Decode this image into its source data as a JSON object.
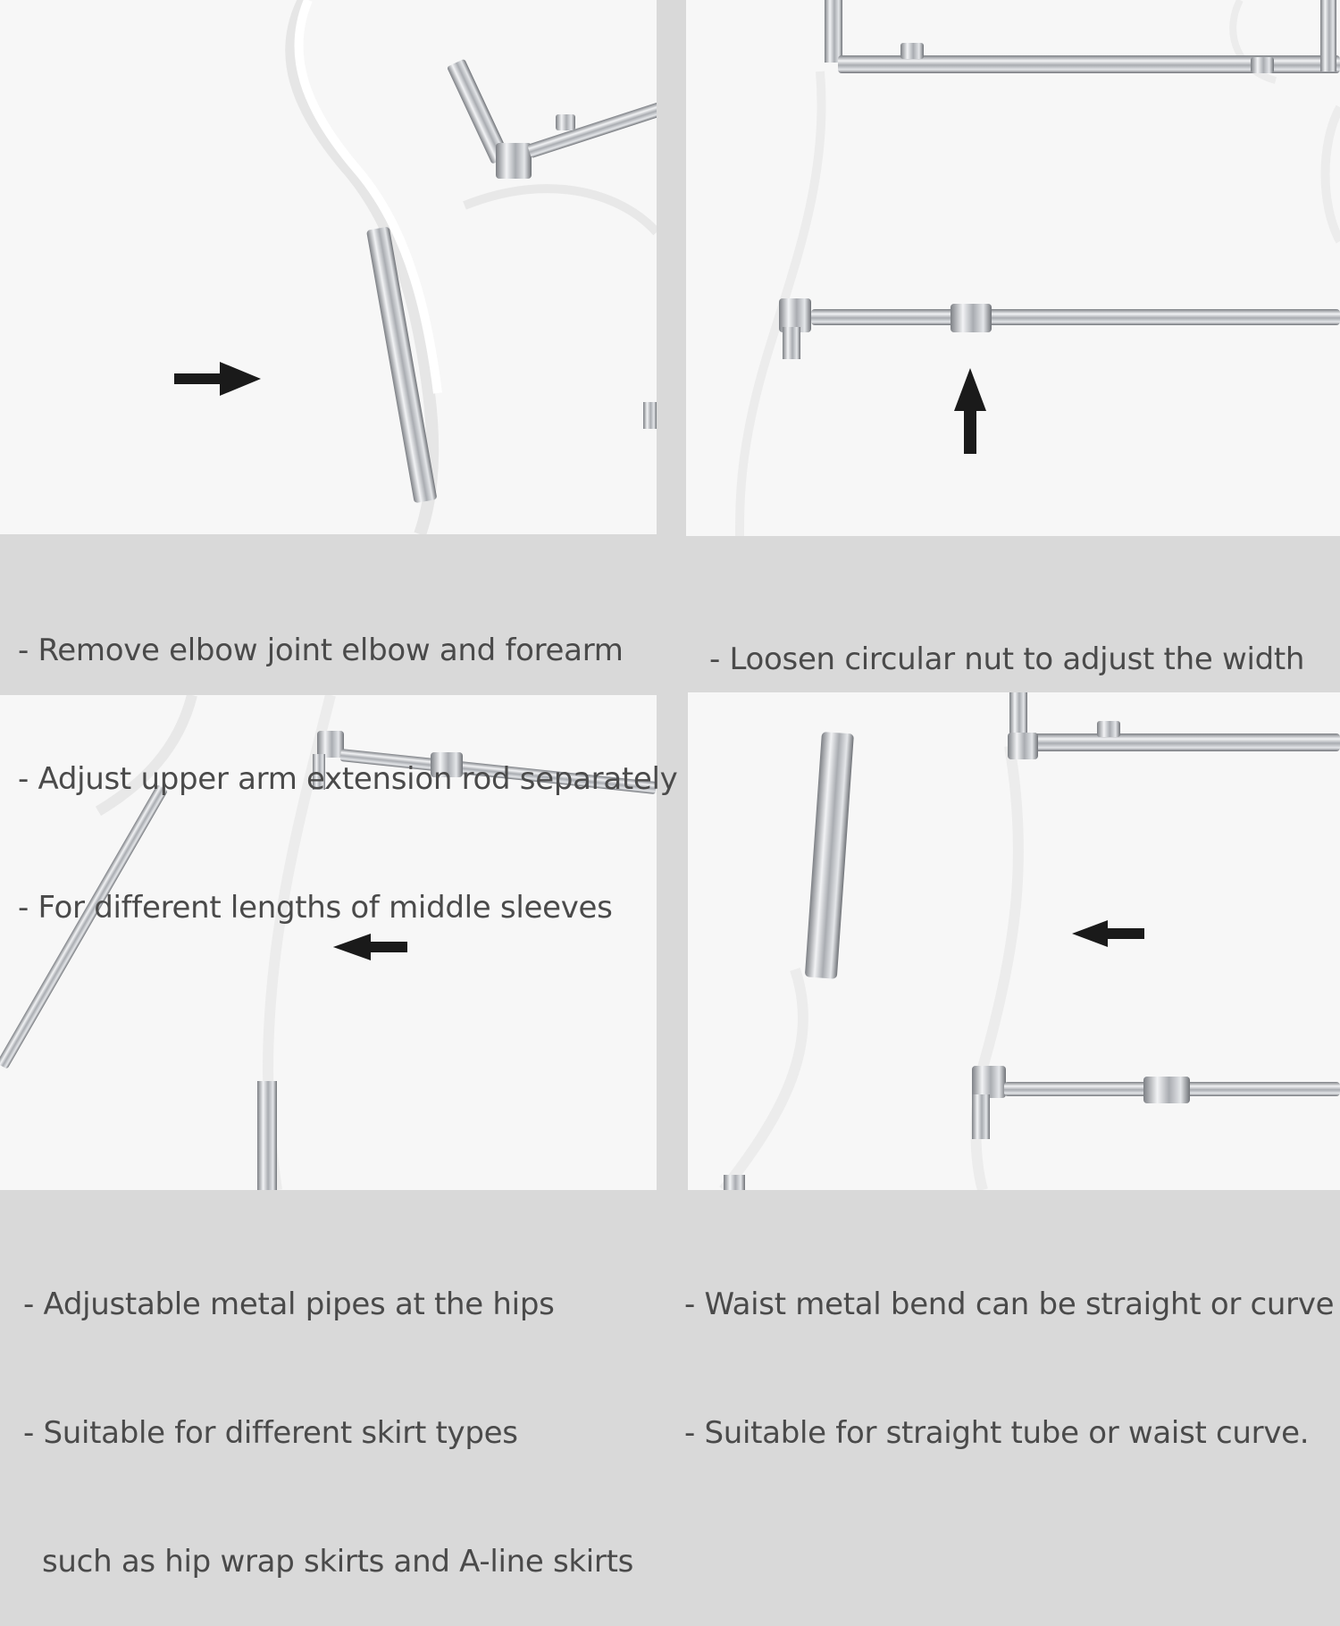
{
  "panels": {
    "top_left": {
      "caption": [
        "- Remove elbow joint elbow and forearm",
        "- Adjust upper arm extension rod separately",
        "- For different lengths of middle sleeves"
      ],
      "arrow": "arrow-right-icon"
    },
    "top_right": {
      "caption": [
        "- Loosen circular nut to adjust the width"
      ],
      "arrow": "arrow-up-icon"
    },
    "bottom_left": {
      "caption": [
        "- Adjustable metal pipes at the hips",
        "- Suitable for different skirt types",
        "  such as hip wrap skirts and A-line skirts"
      ],
      "arrow": "arrow-left-icon"
    },
    "bottom_right": {
      "caption": [
        "- Waist metal bend can be straight or curve",
        "- Suitable for straight tube or waist curve."
      ],
      "arrow": "arrow-left-icon"
    }
  },
  "colors": {
    "background": "#d9d9d9",
    "photo_background": "#f7f7f7",
    "text": "#4a4a4a",
    "arrow": "#1a1a1a",
    "metal": "#b9bcc0"
  }
}
